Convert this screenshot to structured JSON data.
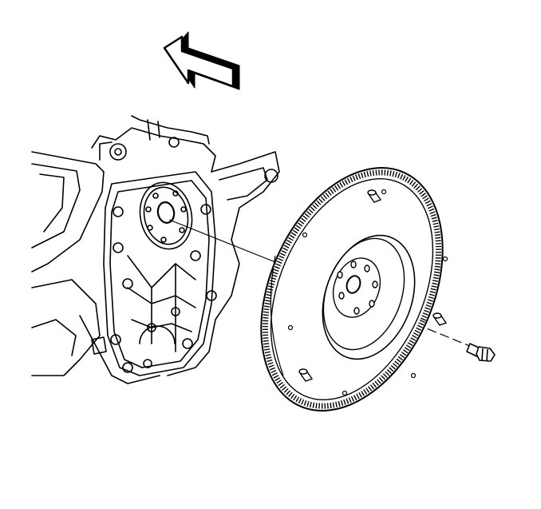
{
  "figure": {
    "kind": "exploded-view line illustration",
    "text_labels": [],
    "colors": {
      "ink": "#000000",
      "paper": "#ffffff"
    }
  },
  "parts": [
    {
      "id": "engine-block",
      "icon": "engine-block-icon"
    },
    {
      "id": "crankshaft-flange",
      "icon": "crankshaft-flange-icon"
    },
    {
      "id": "flywheel",
      "icon": "flywheel-icon"
    },
    {
      "id": "ring-gear",
      "icon": "ring-gear-icon"
    },
    {
      "id": "flywheel-bolt",
      "icon": "bolt-icon"
    },
    {
      "id": "direction-arrow",
      "icon": "arrow-left-icon"
    },
    {
      "id": "alignment-line",
      "icon": "dashed-line-icon"
    }
  ]
}
